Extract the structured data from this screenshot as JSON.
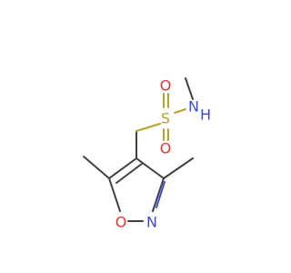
{
  "molecule": {
    "atoms": {
      "sulfur": "S",
      "oxygen_top": "O",
      "oxygen_bottom": "O",
      "nitrogen_amide": "N",
      "hydrogen_amide": "H",
      "oxygen_ring": "O",
      "nitrogen_ring": "N"
    }
  },
  "colors": {
    "bond": "#404040",
    "sulfur": "#b8a12a",
    "oxygen": "#e8302a",
    "nitrogen": "#3a4ad8"
  }
}
